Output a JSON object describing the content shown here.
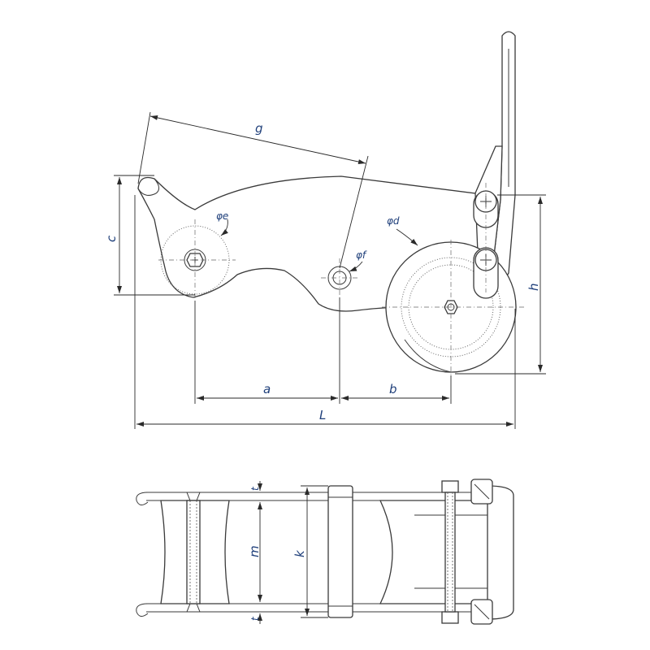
{
  "top_view": {
    "labels": {
      "g": "g",
      "c": "c",
      "phi_e": "φe",
      "phi_f": "φf",
      "phi_d": "φd",
      "h": "h",
      "a": "a",
      "b": "b",
      "L": "L"
    }
  },
  "bottom_view": {
    "labels": {
      "t_top": "t",
      "m": "m",
      "t_bottom": "t",
      "k": "k"
    }
  },
  "colors": {
    "line": "#3a3a3a",
    "label": "#1f3f7a"
  }
}
